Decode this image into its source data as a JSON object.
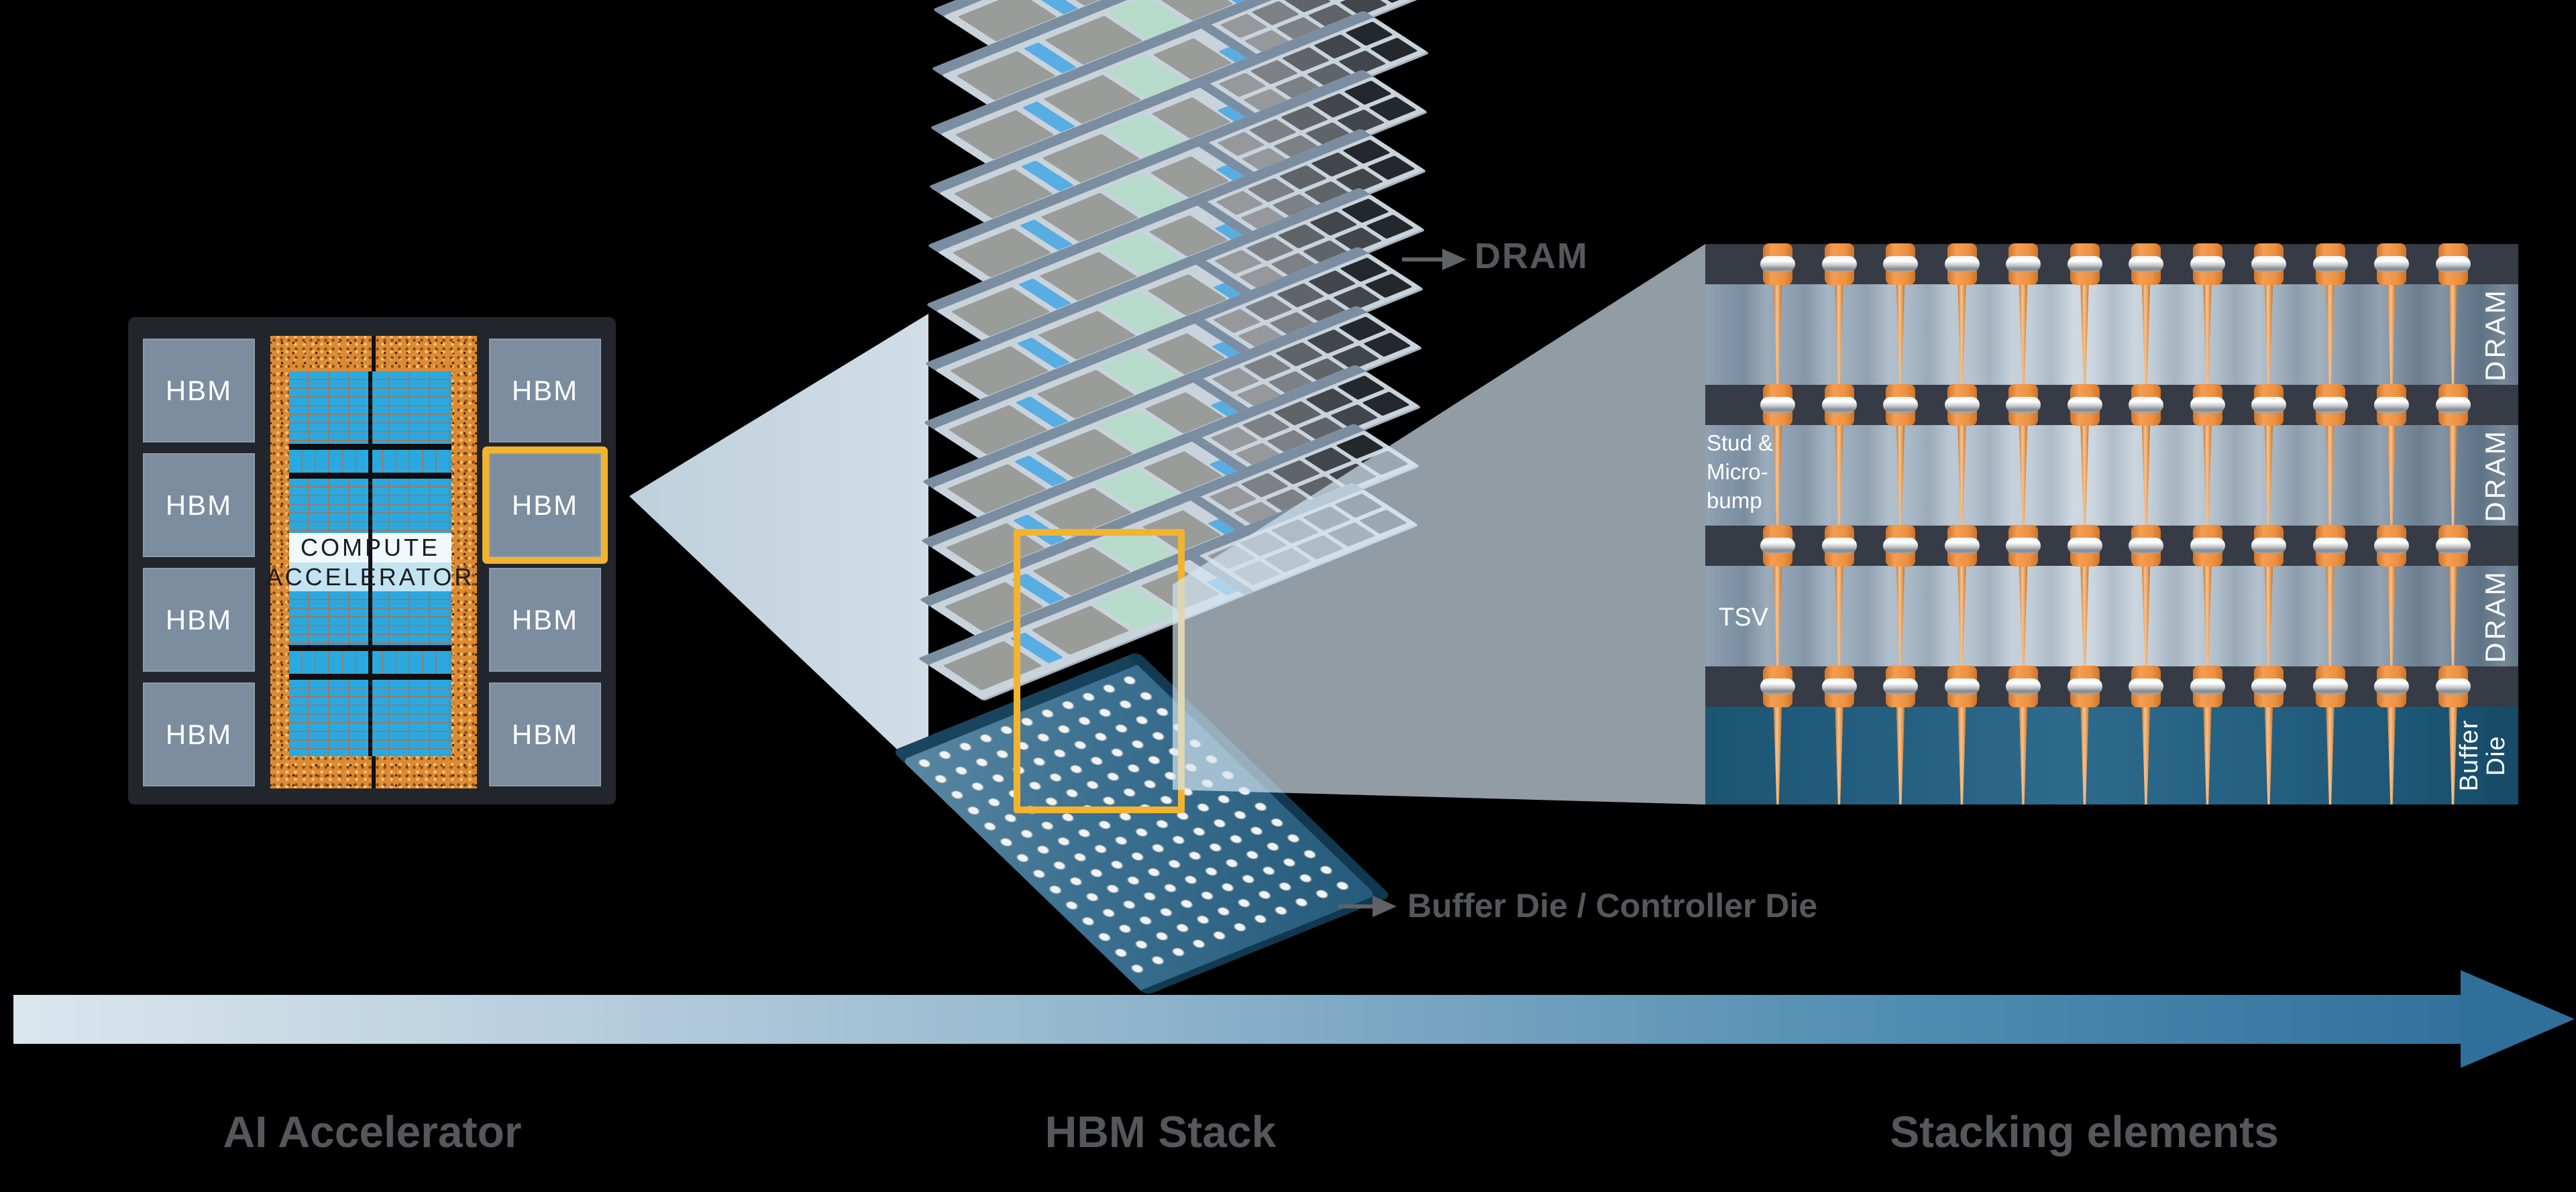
{
  "captions": {
    "left": "AI Accelerator",
    "middle": "HBM Stack",
    "right": "Stacking elements"
  },
  "accelerator": {
    "hbm_label": "HBM",
    "compute_line1": "COMPUTE",
    "compute_line2": "ACCELERATOR"
  },
  "stack": {
    "dram_callout": "DRAM",
    "buffer_callout": "Buffer Die / Controller Die",
    "dram_layer_count": 12
  },
  "cross_section": {
    "stud_lines": [
      "Stud &",
      "Micro-",
      "bump"
    ],
    "tsv_label": "TSV",
    "dram_band_label": "DRAM",
    "buffer_band_lines": [
      "Buffer",
      "Die"
    ],
    "stud_column_count": 12,
    "dram_band_count": 3
  },
  "colors": {
    "accent_yellow": "#F2B42F",
    "stud_orange": "#EE9140",
    "compute_blue": "#2AA9E1",
    "interposer_orange": "#DD8A35",
    "buffer_teal": "#1E5878",
    "dram_band_gray": "#A9B8C6",
    "arrow_blue": "#2F6F9A",
    "caption_gray": "#54575B"
  }
}
